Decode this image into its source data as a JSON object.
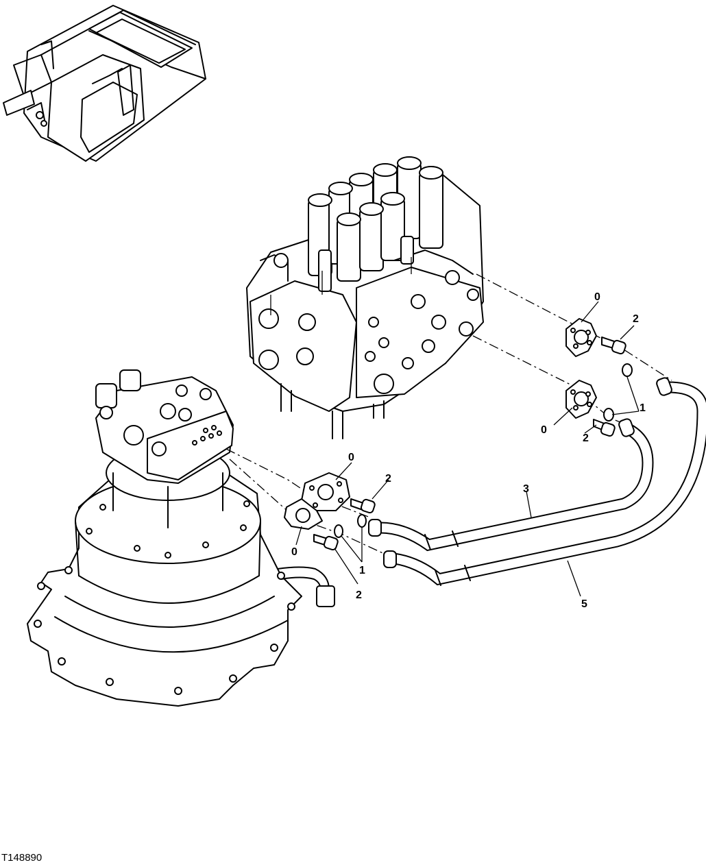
{
  "figure_id": "T148890",
  "callouts": {
    "c0a": "0",
    "c2a": "2",
    "c0b": "0",
    "c1a": "1",
    "c2b": "2",
    "c3": "3",
    "c0c": "0",
    "c2c": "2",
    "c0d": "0",
    "c1b": "1",
    "c2d": "2",
    "c5": "5"
  }
}
